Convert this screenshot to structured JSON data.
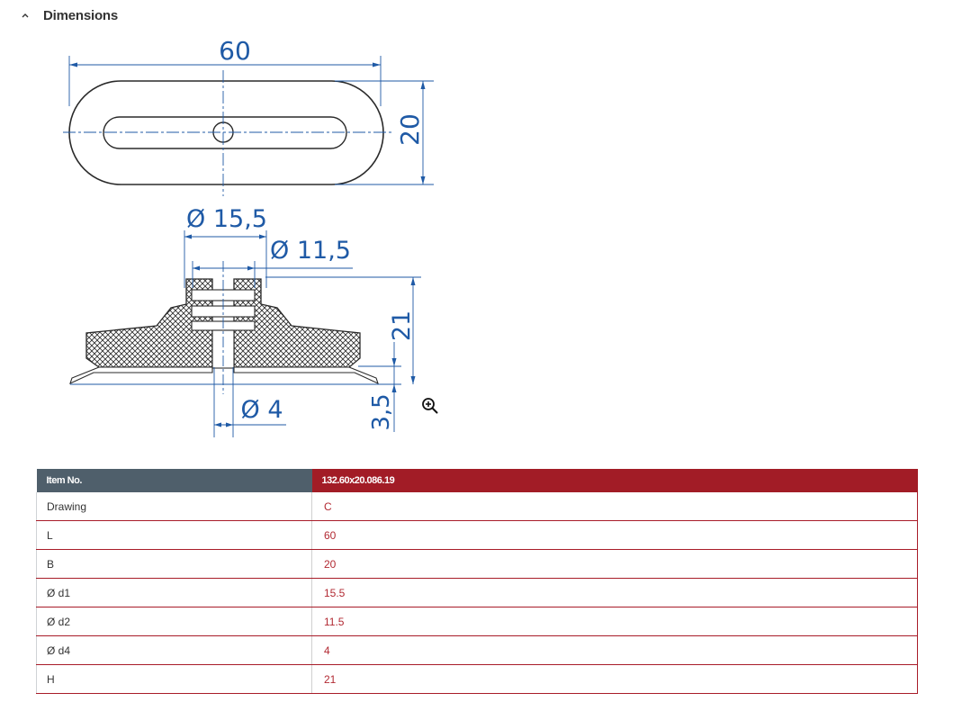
{
  "section": {
    "title": "Dimensions",
    "toggle_icon": "chevron-up-icon"
  },
  "drawing": {
    "length_label": "60",
    "width_label": "20",
    "d1_label": "Ø 15,5",
    "d2_label": "Ø 11,5",
    "height_label": "21",
    "lip_label": "3,5",
    "d4_label": "Ø 4",
    "line_color": "#1f5aa6",
    "zoom_icon": "zoom-in-icon"
  },
  "table": {
    "header": {
      "label": "Item No.",
      "value": "132.60x20.086.19"
    },
    "rows": [
      {
        "label": "Drawing",
        "value": "C"
      },
      {
        "label": "L",
        "value": "60"
      },
      {
        "label": "B",
        "value": "20"
      },
      {
        "label": "Ø d1",
        "value": "15.5"
      },
      {
        "label": "Ø d2",
        "value": "11.5"
      },
      {
        "label": "Ø d4",
        "value": "4"
      },
      {
        "label": "H",
        "value": "21"
      }
    ],
    "colors": {
      "header_label_bg": "#4f5f6b",
      "header_value_bg": "#a21c26",
      "value_text": "#b22a33"
    }
  }
}
